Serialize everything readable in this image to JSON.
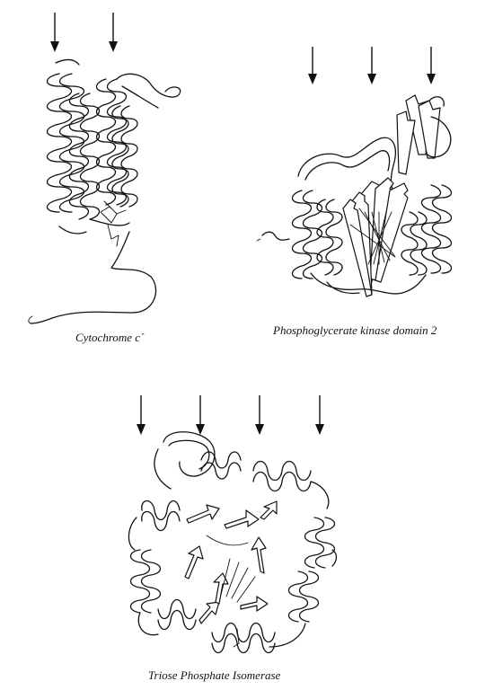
{
  "figures": [
    {
      "id": "cytochrome",
      "caption": "Cytochrome c´",
      "arrow_count": 2
    },
    {
      "id": "pgk",
      "caption": "Phosphoglycerate kinase domain 2",
      "arrow_count": 3
    },
    {
      "id": "tim",
      "caption": "Triose Phosphate Isomerase",
      "arrow_count": 4
    }
  ],
  "colors": {
    "ink": "#111111",
    "background": "#ffffff"
  }
}
